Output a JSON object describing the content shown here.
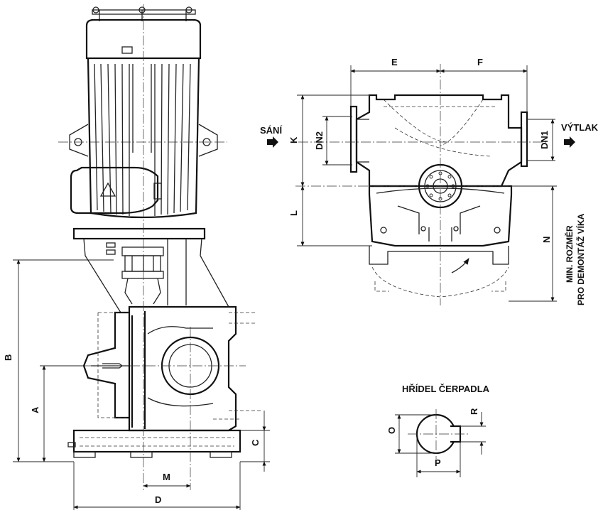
{
  "labels": {
    "A": "A",
    "B": "B",
    "C": "C",
    "D": "D",
    "M": "M",
    "E": "E",
    "F": "F",
    "K": "K",
    "L": "L",
    "N": "N",
    "DN1": "DN1",
    "DN2": "DN2",
    "O": "O",
    "P": "P",
    "R": "R"
  },
  "text": {
    "suction": "SÁNÍ",
    "discharge": "VÝTLAK",
    "min_dim_line1": "MIN. ROZMĚR",
    "min_dim_line2": "PRO DEMONTÁŽ VÍKA",
    "shaft_title": "HŘÍDEL ČERPADLA"
  },
  "colors": {
    "ink": "#111111",
    "background": "#ffffff"
  }
}
